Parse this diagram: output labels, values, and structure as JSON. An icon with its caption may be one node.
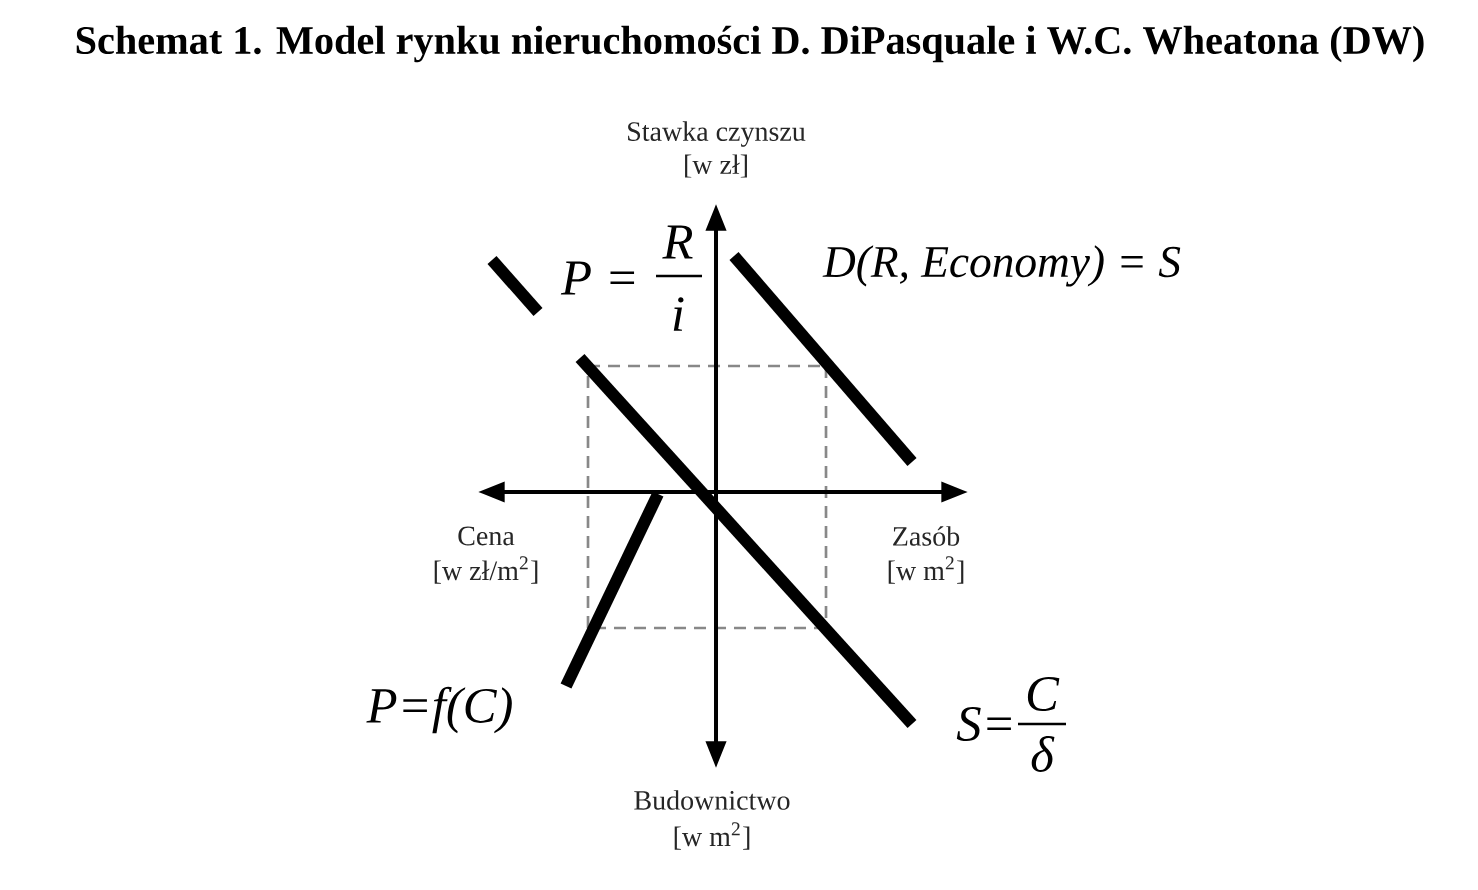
{
  "diagram": {
    "title": "Schemat 1. Model rynku nieruchomości D. DiPasquale i W.C. Wheatona (DW)",
    "labels": [
      "Stawka czynszu",
      "[w zł]",
      "P =",
      "R",
      "i",
      "D(R, Economy) = S",
      "Cena",
      "[w zł/m$^{2}$]",
      "Zasób",
      "[w m$^{2}$]",
      "P=f(C)",
      "S=",
      "C",
      "δ",
      "Budownictwo",
      "[w m$^{2}$]"
    ]
  }
}
